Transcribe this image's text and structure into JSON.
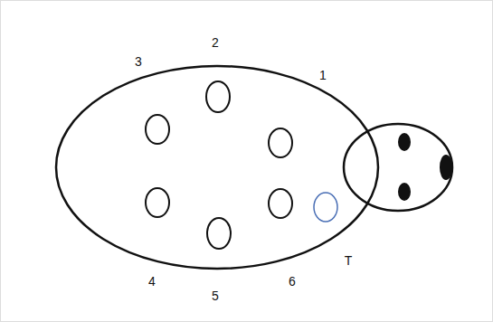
{
  "diagram": {
    "labels": [
      "2",
      "3",
      "1",
      "T",
      "4",
      "6",
      "5"
    ]
  }
}
